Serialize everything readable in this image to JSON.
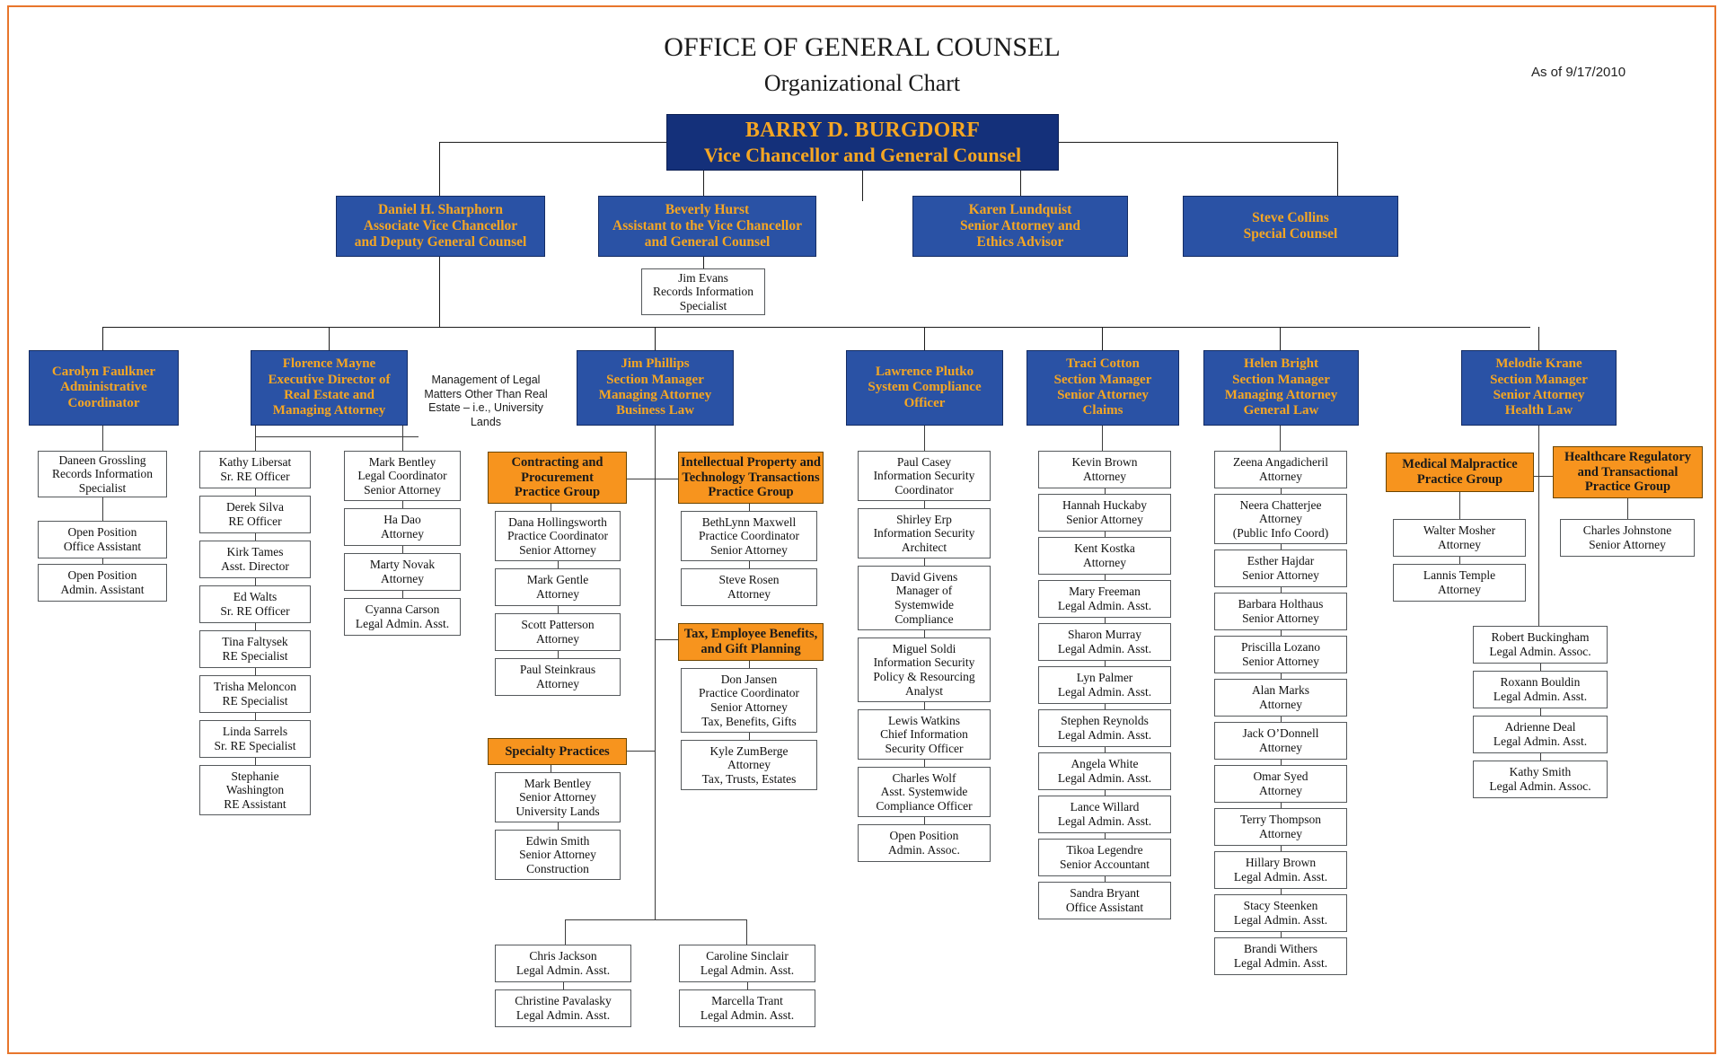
{
  "document": {
    "title_line1": "OFFICE OF GENERAL COUNSEL",
    "title_line2": "Organizational Chart",
    "as_of": "As of 9/17/2010"
  },
  "colors": {
    "navy_dark": "#14307a",
    "blue": "#2a52a5",
    "orange_accent": "#f7941e",
    "gold_text": "#f5a623",
    "frame_border": "#e8762c"
  },
  "top": {
    "name": "BARRY D. BURGDORF",
    "title": "Vice Chancellor and General Counsel"
  },
  "tier2": [
    {
      "name": "Daniel H. Sharphorn",
      "line2": "Associate Vice Chancellor",
      "line3": "and Deputy General Counsel"
    },
    {
      "name": "Beverly Hurst",
      "line2": "Assistant to the Vice Chancellor",
      "line3": "and General Counsel"
    },
    {
      "name": "Karen Lundquist",
      "line2": "Senior Attorney and",
      "line3": "Ethics Advisor"
    },
    {
      "name": "Steve Collins",
      "line2": "Special Counsel",
      "line3": ""
    }
  ],
  "jim_evans": {
    "name": "Jim Evans",
    "line2": "Records Information",
    "line3": "Specialist"
  },
  "annotation": {
    "l1": "Management of Legal",
    "l2": "Matters Other Than",
    "l3": "Real Estate – i.e.,",
    "l4": "University Lands"
  },
  "tier3": [
    {
      "name": "Carolyn Faulkner",
      "lines": [
        "Administrative",
        "Coordinator"
      ]
    },
    {
      "name": "Florence Mayne",
      "lines": [
        "Executive Director of",
        "Real Estate and",
        "Managing Attorney"
      ]
    },
    {
      "name": "Jim Phillips",
      "lines": [
        "Section Manager",
        "Managing Attorney",
        "Business Law"
      ]
    },
    {
      "name": "Lawrence Plutko",
      "lines": [
        "System Compliance",
        "Officer"
      ]
    },
    {
      "name": "Traci Cotton",
      "lines": [
        "Section Manager",
        "Senior Attorney",
        "Claims"
      ]
    },
    {
      "name": "Helen Bright",
      "lines": [
        "Section Manager",
        "Managing Attorney",
        "General Law"
      ]
    },
    {
      "name": "Melodie Krane",
      "lines": [
        "Section Manager",
        "Senior Attorney",
        "Health Law"
      ]
    }
  ],
  "col_faulkner": [
    {
      "lines": [
        "Daneen Grossling",
        "Records Information",
        "Specialist"
      ]
    },
    {
      "lines": [
        "Open Position",
        "Office Assistant"
      ]
    },
    {
      "lines": [
        "Open Position",
        "Admin. Assistant"
      ]
    }
  ],
  "col_mayne_a": [
    {
      "lines": [
        "Kathy Libersat",
        "Sr. RE Officer"
      ]
    },
    {
      "lines": [
        "Derek Silva",
        "RE Officer"
      ]
    },
    {
      "lines": [
        "Kirk Tames",
        "Asst. Director"
      ]
    },
    {
      "lines": [
        "Ed Walts",
        "Sr. RE Officer"
      ]
    },
    {
      "lines": [
        "Tina Faltysek",
        "RE Specialist"
      ]
    },
    {
      "lines": [
        "Trisha Meloncon",
        "RE Specialist"
      ]
    },
    {
      "lines": [
        "Linda Sarrels",
        "Sr. RE Specialist"
      ]
    },
    {
      "lines": [
        "Stephanie",
        "Washington",
        "RE Assistant"
      ]
    }
  ],
  "col_mayne_b": [
    {
      "lines": [
        "Mark Bentley",
        "Legal Coordinator",
        "Senior Attorney"
      ]
    },
    {
      "lines": [
        "Ha Dao",
        "Attorney"
      ]
    },
    {
      "lines": [
        "Marty Novak",
        "Attorney"
      ]
    },
    {
      "lines": [
        "Cyanna Carson",
        "Legal Admin. Asst."
      ]
    }
  ],
  "group_contracting": {
    "header": [
      "Contracting and",
      "Procurement",
      "Practice Group"
    ],
    "members": [
      {
        "lines": [
          "Dana Hollingsworth",
          "Practice Coordinator",
          "Senior Attorney"
        ]
      },
      {
        "lines": [
          "Mark Gentle",
          "Attorney"
        ]
      },
      {
        "lines": [
          "Scott Patterson",
          "Attorney"
        ]
      },
      {
        "lines": [
          "Paul Steinkraus",
          "Attorney"
        ]
      }
    ]
  },
  "group_specialty": {
    "header": [
      "Specialty Practices"
    ],
    "members": [
      {
        "lines": [
          "Mark Bentley",
          "Senior Attorney",
          "University Lands"
        ]
      },
      {
        "lines": [
          "Edwin Smith",
          "Senior Attorney",
          "Construction"
        ]
      }
    ]
  },
  "group_ip": {
    "header": [
      "Intellectual Property and",
      "Technology Transactions",
      "Practice Group"
    ],
    "members": [
      {
        "lines": [
          "BethLynn Maxwell",
          "Practice Coordinator",
          "Senior Attorney"
        ]
      },
      {
        "lines": [
          "Steve Rosen",
          "Attorney"
        ]
      }
    ]
  },
  "group_tax": {
    "header": [
      "Tax, Employee Benefits,",
      "and Gift Planning"
    ],
    "members": [
      {
        "lines": [
          "Don Jansen",
          "Practice Coordinator",
          "Senior Attorney",
          "Tax, Benefits, Gifts"
        ]
      },
      {
        "lines": [
          "Kyle ZumBerge",
          "Attorney",
          "Tax, Trusts, Estates"
        ]
      }
    ]
  },
  "business_admins_left": [
    {
      "lines": [
        "Chris Jackson",
        "Legal Admin. Asst."
      ]
    },
    {
      "lines": [
        "Christine Pavalasky",
        "Legal Admin. Asst."
      ]
    }
  ],
  "business_admins_right": [
    {
      "lines": [
        "Caroline Sinclair",
        "Legal Admin. Asst."
      ]
    },
    {
      "lines": [
        "Marcella Trant",
        "Legal Admin. Asst."
      ]
    }
  ],
  "col_plutko": [
    {
      "lines": [
        "Paul Casey",
        "Information Security",
        "Coordinator"
      ]
    },
    {
      "lines": [
        "Shirley Erp",
        "Information Security",
        "Architect"
      ]
    },
    {
      "lines": [
        "David Givens",
        "Manager of",
        "Systemwide",
        "Compliance"
      ]
    },
    {
      "lines": [
        "Miguel Soldi",
        "Information Security",
        "Policy & Resourcing",
        "Analyst"
      ]
    },
    {
      "lines": [
        "Lewis Watkins",
        "Chief Information",
        "Security Officer"
      ]
    },
    {
      "lines": [
        "Charles Wolf",
        "Asst. Systemwide",
        "Compliance Officer"
      ]
    },
    {
      "lines": [
        "Open Position",
        "Admin. Assoc."
      ]
    }
  ],
  "col_cotton": [
    {
      "lines": [
        "Kevin Brown",
        "Attorney"
      ]
    },
    {
      "lines": [
        "Hannah Huckaby",
        "Senior Attorney"
      ]
    },
    {
      "lines": [
        "Kent Kostka",
        "Attorney"
      ]
    },
    {
      "lines": [
        "Mary Freeman",
        "Legal Admin. Asst."
      ]
    },
    {
      "lines": [
        "Sharon Murray",
        "Legal Admin. Asst."
      ]
    },
    {
      "lines": [
        "Lyn Palmer",
        "Legal Admin. Asst."
      ]
    },
    {
      "lines": [
        "Stephen Reynolds",
        "Legal Admin. Asst."
      ]
    },
    {
      "lines": [
        "Angela White",
        "Legal Admin. Asst."
      ]
    },
    {
      "lines": [
        "Lance Willard",
        "Legal Admin. Asst."
      ]
    },
    {
      "lines": [
        "Tikoa Legendre",
        "Senior Accountant"
      ]
    },
    {
      "lines": [
        "Sandra Bryant",
        "Office Assistant"
      ]
    }
  ],
  "col_bright": [
    {
      "lines": [
        "Zeena Angadicheril",
        "Attorney"
      ]
    },
    {
      "lines": [
        "Neera Chatterjee",
        "Attorney",
        "(Public Info Coord)"
      ]
    },
    {
      "lines": [
        "Esther Hajdar",
        "Senior Attorney"
      ]
    },
    {
      "lines": [
        "Barbara Holthaus",
        "Senior Attorney"
      ]
    },
    {
      "lines": [
        "Priscilla Lozano",
        "Senior Attorney"
      ]
    },
    {
      "lines": [
        "Alan Marks",
        "Attorney"
      ]
    },
    {
      "lines": [
        "Jack O’Donnell",
        "Attorney"
      ]
    },
    {
      "lines": [
        "Omar Syed",
        "Attorney"
      ]
    },
    {
      "lines": [
        "Terry Thompson",
        "Attorney"
      ]
    },
    {
      "lines": [
        "Hillary Brown",
        "Legal Admin. Asst."
      ]
    },
    {
      "lines": [
        "Stacy Steenken",
        "Legal Admin. Asst."
      ]
    },
    {
      "lines": [
        "Brandi Withers",
        "Legal Admin. Asst."
      ]
    }
  ],
  "group_malpractice": {
    "header": [
      "Medical Malpractice",
      "Practice Group"
    ],
    "members": [
      {
        "lines": [
          "Walter Mosher",
          "Attorney"
        ]
      },
      {
        "lines": [
          "Lannis Temple",
          "Attorney"
        ]
      }
    ]
  },
  "group_healthcare": {
    "header": [
      "Healthcare Regulatory",
      "and Transactional",
      "Practice Group"
    ],
    "members": [
      {
        "lines": [
          "Charles Johnstone",
          "Senior Attorney"
        ]
      }
    ]
  },
  "health_admins": [
    {
      "lines": [
        "Robert Buckingham",
        "Legal Admin. Assoc."
      ]
    },
    {
      "lines": [
        "Roxann Bouldin",
        "Legal Admin. Asst."
      ]
    },
    {
      "lines": [
        "Adrienne Deal",
        "Legal Admin. Asst."
      ]
    },
    {
      "lines": [
        "Kathy Smith",
        "Legal Admin. Assoc."
      ]
    }
  ]
}
